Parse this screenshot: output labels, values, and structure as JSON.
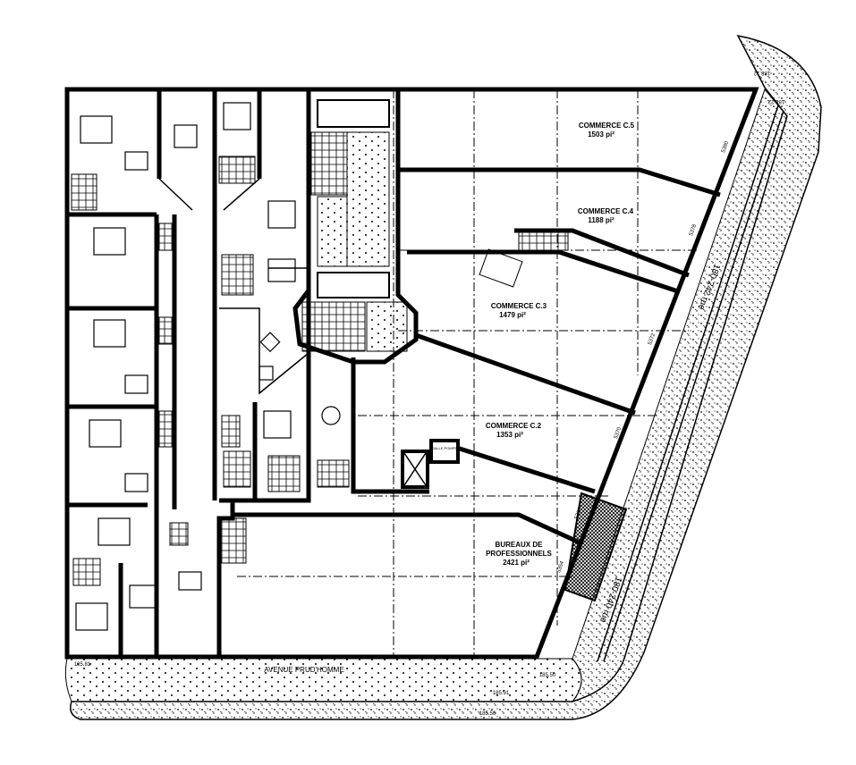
{
  "units": [
    {
      "name": "COMMERCE C.5",
      "area": "1503 pi²"
    },
    {
      "name": "COMMERCE C.4",
      "area": "1188 pi²"
    },
    {
      "name": "COMMERCE C.3",
      "area": "1479 pi²"
    },
    {
      "name": "COMMERCE C.2",
      "area": "1353 pi²"
    },
    {
      "name": "BUREAUX DE",
      "name2": "PROFESSIONNELS",
      "area": "2421 pi²"
    }
  ],
  "street_south": "AVENUE PRUD'HOMME",
  "street_east_1": "180-242 rue",
  "street_east_2": "180-240 rue",
  "door_numbers": [
    "5380",
    "5378",
    "5372",
    "5370",
    "5360",
    "5354"
  ],
  "elevations": [
    "188.12",
    "188.22",
    "185.81",
    "185.50",
    "185.91",
    "185.56"
  ],
  "room_label": "SALLE POMPE",
  "colors": {
    "ink": "#000000",
    "paper": "#ffffff"
  }
}
